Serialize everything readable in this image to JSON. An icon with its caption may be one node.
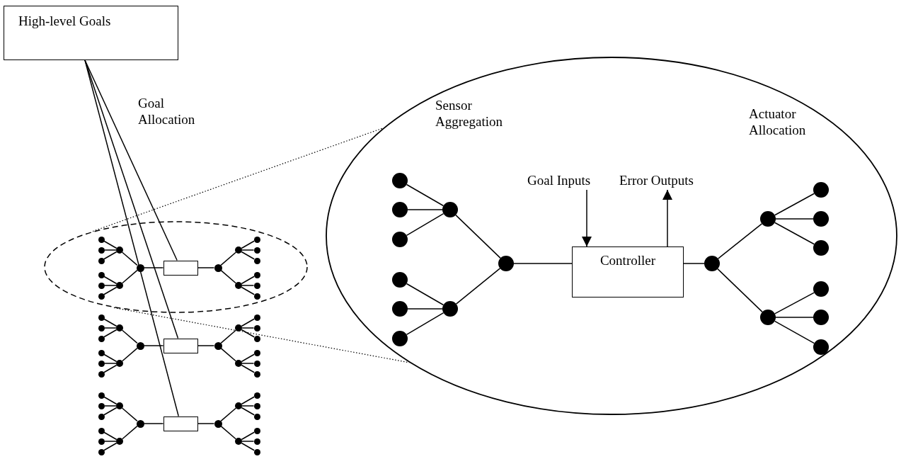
{
  "diagram": {
    "nodes": [
      {
        "text": [
          "High-level Goals"
        ]
      },
      {
        "text": [],
        "shape": "ellipse"
      },
      {
        "text": [],
        "shape": "circle",
        "in": 1
      },
      {
        "text": [],
        "shape": "circle",
        "in": 1
      },
      {
        "text": [],
        "shape": "circle",
        "in": 1
      },
      {
        "text": [],
        "shape": "circle",
        "in": 1
      },
      {
        "text": [],
        "shape": "circle",
        "in": 1
      },
      {
        "text": [],
        "shape": "circle",
        "in": 1
      },
      {
        "text": [],
        "shape": "circle",
        "in": 1
      },
      {
        "text": [],
        "shape": "circle",
        "in": 1
      },
      {
        "text": [],
        "shape": "circle",
        "in": 1
      },
      {
        "text": [],
        "shape": "box",
        "in": 1
      },
      {
        "text": [],
        "shape": "circle",
        "in": 1
      },
      {
        "text": [],
        "shape": "circle",
        "in": 1
      },
      {
        "text": [],
        "shape": "circle",
        "in": 1
      },
      {
        "text": [],
        "shape": "circle",
        "in": 1
      },
      {
        "text": [],
        "shape": "circle",
        "in": 1
      },
      {
        "text": [],
        "shape": "circle",
        "in": 1
      },
      {
        "text": [],
        "shape": "circle",
        "in": 1
      },
      {
        "text": [],
        "shape": "circle",
        "in": 1
      },
      {
        "text": [],
        "shape": "circle",
        "in": 1
      },
      {
        "text": [],
        "shape": "circle"
      },
      {
        "text": [],
        "shape": "circle"
      },
      {
        "text": [],
        "shape": "circle"
      },
      {
        "text": [],
        "shape": "circle"
      },
      {
        "text": [],
        "shape": "circle"
      },
      {
        "text": [],
        "shape": "circle"
      },
      {
        "text": [],
        "shape": "circle"
      },
      {
        "text": [],
        "shape": "circle"
      },
      {
        "text": [],
        "shape": "circle"
      },
      {
        "text": [],
        "shape": "box"
      },
      {
        "text": [],
        "shape": "circle"
      },
      {
        "text": [],
        "shape": "circle"
      },
      {
        "text": [],
        "shape": "circle"
      },
      {
        "text": [],
        "shape": "circle"
      },
      {
        "text": [],
        "shape": "circle"
      },
      {
        "text": [],
        "shape": "circle"
      },
      {
        "text": [],
        "shape": "circle"
      },
      {
        "text": [],
        "shape": "circle"
      },
      {
        "text": [],
        "shape": "circle"
      },
      {
        "text": [],
        "shape": "circle"
      },
      {
        "text": [],
        "shape": "circle"
      },
      {
        "text": [],
        "shape": "circle"
      },
      {
        "text": [],
        "shape": "circle"
      },
      {
        "text": [],
        "shape": "circle"
      },
      {
        "text": [],
        "shape": "circle"
      },
      {
        "text": [],
        "shape": "circle"
      },
      {
        "text": [],
        "shape": "circle"
      },
      {
        "text": [],
        "shape": "circle"
      },
      {
        "text": [],
        "shape": "box"
      },
      {
        "text": [],
        "shape": "circle"
      },
      {
        "text": [],
        "shape": "circle"
      },
      {
        "text": [],
        "shape": "circle"
      },
      {
        "text": [],
        "shape": "circle"
      },
      {
        "text": [],
        "shape": "circle"
      },
      {
        "text": [],
        "shape": "circle"
      },
      {
        "text": [],
        "shape": "circle"
      },
      {
        "text": [],
        "shape": "circle"
      },
      {
        "text": [],
        "shape": "circle"
      },
      {
        "text": [],
        "shape": "ellipse"
      },
      {
        "text": [],
        "shape": "circle",
        "in": 59
      },
      {
        "text": [],
        "shape": "circle",
        "in": 59
      },
      {
        "text": [],
        "shape": "circle",
        "in": 59
      },
      {
        "text": [],
        "shape": "circle",
        "in": 59
      },
      {
        "text": [],
        "shape": "circle",
        "in": 59
      },
      {
        "text": [],
        "shape": "circle",
        "in": 59
      },
      {
        "text": [],
        "shape": "circle",
        "in": 59
      },
      {
        "text": [],
        "shape": "circle",
        "in": 59
      },
      {
        "text": [],
        "shape": "circle",
        "in": 59
      },
      {
        "text": [
          "Controller"
        ],
        "in": 59
      },
      {
        "text": [],
        "shape": "circle",
        "in": 59
      },
      {
        "text": [],
        "shape": "circle",
        "in": 59
      },
      {
        "text": [],
        "shape": "circle",
        "in": 59
      },
      {
        "text": [],
        "shape": "circle",
        "in": 59
      },
      {
        "text": [],
        "shape": "circle",
        "in": 59
      },
      {
        "text": [],
        "shape": "circle",
        "in": 59
      },
      {
        "text": [],
        "shape": "circle",
        "in": 59
      },
      {
        "text": [],
        "shape": "circle",
        "in": 59
      },
      {
        "text": [],
        "shape": "circle",
        "in": 59
      }
    ],
    "edges": [
      {
        "from": 2,
        "to": 8,
        "arrow": "none"
      },
      {
        "from": 3,
        "to": 8,
        "arrow": "none"
      },
      {
        "from": 4,
        "to": 8,
        "arrow": "none"
      },
      {
        "from": 5,
        "to": 9,
        "arrow": "none"
      },
      {
        "from": 6,
        "to": 9,
        "arrow": "none"
      },
      {
        "from": 7,
        "to": 9,
        "arrow": "none"
      },
      {
        "from": 8,
        "to": 10,
        "arrow": "none"
      },
      {
        "from": 9,
        "to": 10,
        "arrow": "none"
      },
      {
        "from": 10,
        "to": 11,
        "arrow": "none"
      },
      {
        "from": 11,
        "to": 12,
        "arrow": "none"
      },
      {
        "from": 12,
        "to": 13,
        "arrow": "none"
      },
      {
        "from": 12,
        "to": 14,
        "arrow": "none"
      },
      {
        "from": 13,
        "to": 15,
        "arrow": "none"
      },
      {
        "from": 13,
        "to": 16,
        "arrow": "none"
      },
      {
        "from": 13,
        "to": 17,
        "arrow": "none"
      },
      {
        "from": 14,
        "to": 18,
        "arrow": "none"
      },
      {
        "from": 14,
        "to": 19,
        "arrow": "none"
      },
      {
        "from": 14,
        "to": 20,
        "arrow": "none"
      },
      {
        "from": 21,
        "to": 27,
        "arrow": "none"
      },
      {
        "from": 22,
        "to": 27,
        "arrow": "none"
      },
      {
        "from": 23,
        "to": 27,
        "arrow": "none"
      },
      {
        "from": 24,
        "to": 28,
        "arrow": "none"
      },
      {
        "from": 25,
        "to": 28,
        "arrow": "none"
      },
      {
        "from": 26,
        "to": 28,
        "arrow": "none"
      },
      {
        "from": 27,
        "to": 29,
        "arrow": "none"
      },
      {
        "from": 28,
        "to": 29,
        "arrow": "none"
      },
      {
        "from": 29,
        "to": 30,
        "arrow": "none"
      },
      {
        "from": 30,
        "to": 31,
        "arrow": "none"
      },
      {
        "from": 31,
        "to": 32,
        "arrow": "none"
      },
      {
        "from": 31,
        "to": 33,
        "arrow": "none"
      },
      {
        "from": 32,
        "to": 34,
        "arrow": "none"
      },
      {
        "from": 32,
        "to": 35,
        "arrow": "none"
      },
      {
        "from": 32,
        "to": 36,
        "arrow": "none"
      },
      {
        "from": 33,
        "to": 37,
        "arrow": "none"
      },
      {
        "from": 33,
        "to": 38,
        "arrow": "none"
      },
      {
        "from": 33,
        "to": 39,
        "arrow": "none"
      },
      {
        "from": 40,
        "to": 46,
        "arrow": "none"
      },
      {
        "from": 41,
        "to": 46,
        "arrow": "none"
      },
      {
        "from": 42,
        "to": 46,
        "arrow": "none"
      },
      {
        "from": 43,
        "to": 47,
        "arrow": "none"
      },
      {
        "from": 44,
        "to": 47,
        "arrow": "none"
      },
      {
        "from": 45,
        "to": 47,
        "arrow": "none"
      },
      {
        "from": 46,
        "to": 48,
        "arrow": "none"
      },
      {
        "from": 47,
        "to": 48,
        "arrow": "none"
      },
      {
        "from": 48,
        "to": 49,
        "arrow": "none"
      },
      {
        "from": 49,
        "to": 50,
        "arrow": "none"
      },
      {
        "from": 50,
        "to": 51,
        "arrow": "none"
      },
      {
        "from": 50,
        "to": 52,
        "arrow": "none"
      },
      {
        "from": 51,
        "to": 53,
        "arrow": "none"
      },
      {
        "from": 51,
        "to": 54,
        "arrow": "none"
      },
      {
        "from": 51,
        "to": 55,
        "arrow": "none"
      },
      {
        "from": 52,
        "to": 56,
        "arrow": "none"
      },
      {
        "from": 52,
        "to": 57,
        "arrow": "none"
      },
      {
        "from": 52,
        "to": 58,
        "arrow": "none"
      },
      {
        "from": 60,
        "to": 66,
        "arrow": "none"
      },
      {
        "from": 61,
        "to": 66,
        "arrow": "none"
      },
      {
        "from": 62,
        "to": 66,
        "arrow": "none"
      },
      {
        "from": 63,
        "to": 67,
        "arrow": "none"
      },
      {
        "from": 64,
        "to": 67,
        "arrow": "none"
      },
      {
        "from": 65,
        "to": 67,
        "arrow": "none"
      },
      {
        "from": 66,
        "to": 68,
        "arrow": "none"
      },
      {
        "from": 67,
        "to": 68,
        "arrow": "none"
      },
      {
        "from": 68,
        "to": 69,
        "arrow": "none"
      },
      {
        "from": 69,
        "to": 70,
        "arrow": "none"
      },
      {
        "from": 70,
        "to": 71,
        "arrow": "none"
      },
      {
        "from": 70,
        "to": 72,
        "arrow": "none"
      },
      {
        "from": 71,
        "to": 73,
        "arrow": "none"
      },
      {
        "from": 71,
        "to": 74,
        "arrow": "none"
      },
      {
        "from": 71,
        "to": 75,
        "arrow": "none"
      },
      {
        "from": 72,
        "to": 76,
        "arrow": "none"
      },
      {
        "from": 72,
        "to": 77,
        "arrow": "none"
      },
      {
        "from": 72,
        "to": 78,
        "arrow": "none"
      },
      {
        "from": 0,
        "to": 11,
        "arrow": "none"
      },
      {
        "from": 0,
        "to": 30,
        "arrow": "none"
      },
      {
        "from": 0,
        "to": 49,
        "arrow": "none"
      },
      {
        "from": 1,
        "to": 59,
        "arrow": "none",
        "style": "dashed"
      },
      {
        "from": 1,
        "to": 59,
        "arrow": "none",
        "style": "dashed"
      },
      {
        "from": null,
        "to": 69,
        "arrow": "to",
        "label": "Goal Inputs"
      },
      {
        "from": 69,
        "to": null,
        "arrow": "to",
        "label": "Error Outputs"
      }
    ],
    "labels": [
      "Goal Allocation",
      "Sensor Aggregation",
      "Actuator Allocation"
    ]
  }
}
